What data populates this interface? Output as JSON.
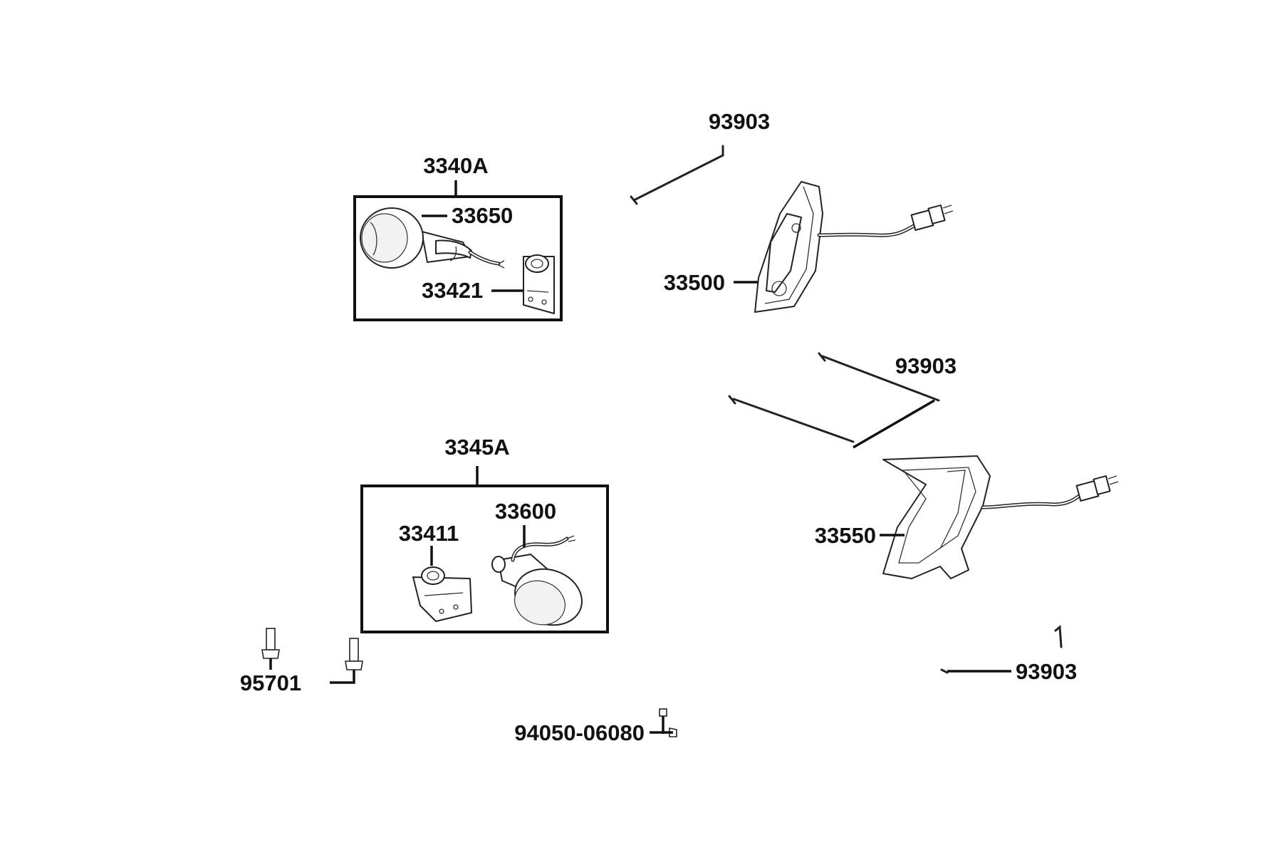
{
  "labels": {
    "p93903_top": "93903",
    "p3340A": "3340A",
    "p33650": "33650",
    "p33421": "33421",
    "p33500": "33500",
    "p93903_mid": "93903",
    "p3345A": "3345A",
    "p33600": "33600",
    "p33411": "33411",
    "p33550": "33550",
    "p95701": "95701",
    "p93903_bottom": "93903",
    "p94050_06080": "94050-06080"
  }
}
